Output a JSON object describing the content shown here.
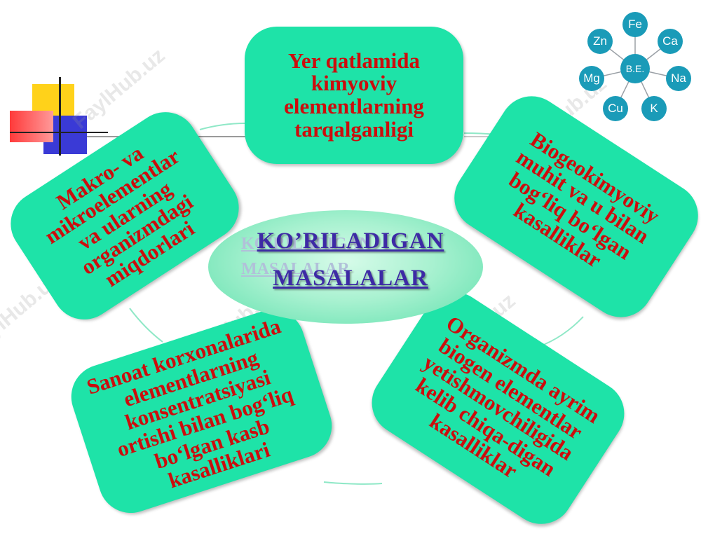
{
  "diagram": {
    "center": {
      "line1": "KO’RILADIGAN",
      "line2": "MASALALAR"
    },
    "cards": [
      {
        "lines": [
          "Yer qatlamida",
          "kimyoviy",
          "elementlarning",
          "tarqalganligi"
        ]
      },
      {
        "lines": [
          "Biogeokimyoviy",
          "muhit va u bilan",
          "bog‘liq bo‘lgan",
          "kasalliklar"
        ]
      },
      {
        "lines": [
          "Organizmda ayrim",
          "biogen elementlar",
          "yetishmovchiligida",
          "kelib chiqa-digan",
          "kasalliklar"
        ]
      },
      {
        "lines": [
          "Sanoat korxonalarida",
          "elementlarning",
          "konsentratsiyasi",
          "ortishi bilan bog‘liq",
          "bo‘lgan kasb",
          "kasalliklari"
        ]
      },
      {
        "lines": [
          "Makro- va",
          "mikroelementlar",
          "va ularning",
          "organizmdagi",
          "miqdorlari"
        ]
      }
    ]
  },
  "element_wheel": {
    "hub": "B.E.",
    "elements": [
      "Fe",
      "Ca",
      "Na",
      "K",
      "Cu",
      "Mg",
      "Zn"
    ],
    "color": "#1a9bb8"
  },
  "colors": {
    "card_fill": "#1ee3a8",
    "card_text": "#cc0d0d",
    "center_text": "#3d2aa5"
  }
}
